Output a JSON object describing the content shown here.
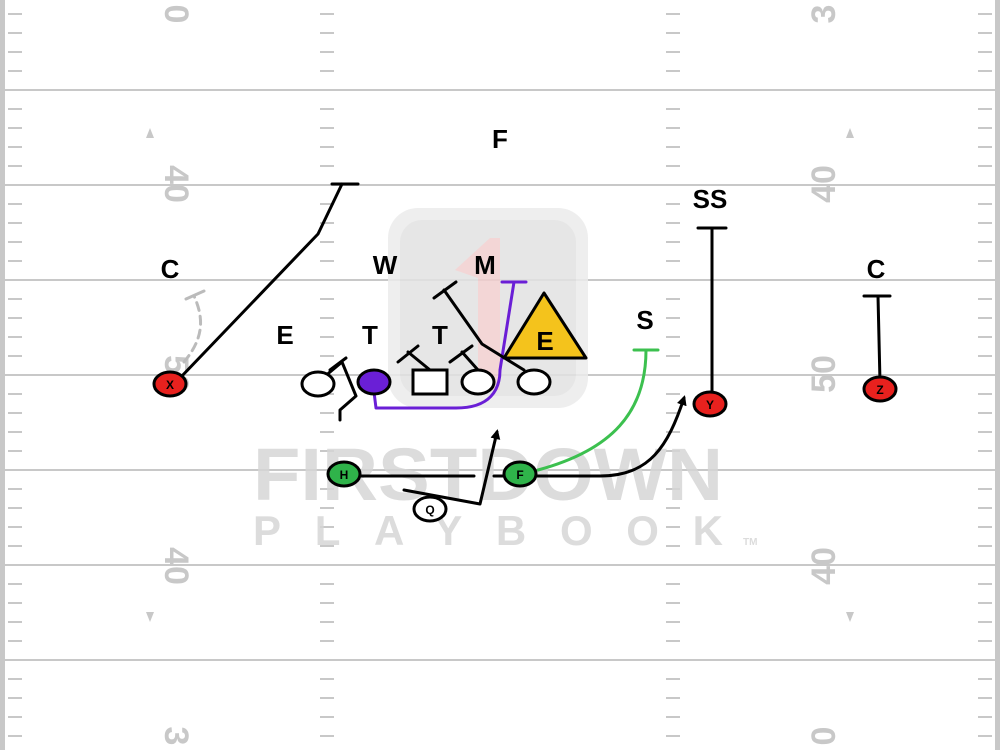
{
  "yard_numbers": {
    "left": [
      "0",
      "40",
      "50",
      "40",
      "3"
    ],
    "right": [
      "3",
      "40",
      "50",
      "40",
      "0"
    ]
  },
  "watermark": {
    "line1": "FIRSTDOWN",
    "line2": "PLAYBOOK",
    "tm": "TM"
  },
  "defense": {
    "free_safety": "F",
    "strong_safety": "SS",
    "left_corner": "C",
    "right_corner": "C",
    "will": "W",
    "mike": "M",
    "left_end": "E",
    "left_tackle": "T",
    "right_tackle": "T",
    "strong_safety_box": "S",
    "right_end": "E"
  },
  "offense": {
    "x_receiver": "X",
    "y_receiver": "Y",
    "z_receiver": "Z",
    "h_back": "H",
    "f_back": "F",
    "quarterback": "Q"
  },
  "colors": {
    "receiver": "#e8211e",
    "back": "#2fb34a",
    "center_highlight": "#6a1fd6",
    "route": "#000000",
    "purple_block": "#6a1fd6",
    "green_route": "#3cc04f",
    "end_triangle": "#f4c31c"
  }
}
